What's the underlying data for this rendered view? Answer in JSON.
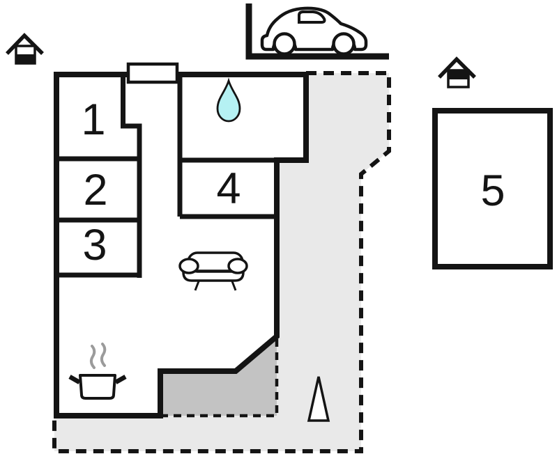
{
  "plan": {
    "type": "vacation-home-floor-plan",
    "rooms": [
      {
        "id": "room-1",
        "label": "1"
      },
      {
        "id": "room-2",
        "label": "2"
      },
      {
        "id": "room-3",
        "label": "3"
      },
      {
        "id": "room-4",
        "label": "4"
      },
      {
        "id": "building-5",
        "label": "5"
      }
    ],
    "icons": [
      "house-marker-icon-main",
      "house-marker-icon-annex",
      "car-icon",
      "parking-corner-line",
      "water-drop-icon",
      "sofa-icon",
      "cooking-pot-icon",
      "steam-icon",
      "tree-icon",
      "entrance-door"
    ]
  },
  "colors": {
    "background": "#ffffff",
    "wall": "#141414",
    "plot_fill": "#e9e9e9",
    "terrace_fill": "#c3c3c3",
    "water_drop_fill": "#b5f1f3",
    "steam": "#9b9b9b"
  }
}
